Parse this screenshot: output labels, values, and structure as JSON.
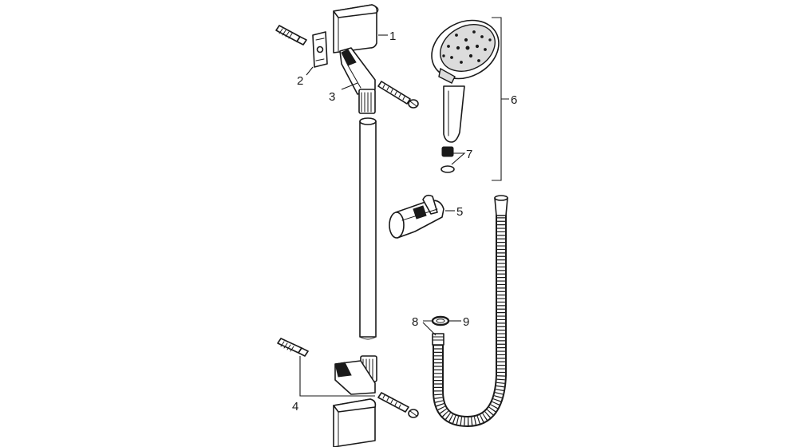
{
  "callouts": [
    {
      "id": "1",
      "text": "1",
      "part": "upper-wall-bracket-cap"
    },
    {
      "id": "2",
      "text": "2",
      "part": "upper-wall-plate-and-dowel"
    },
    {
      "id": "3",
      "text": "3",
      "part": "upper-rail-holder"
    },
    {
      "id": "4",
      "text": "4",
      "part": "lower-rail-holder-set"
    },
    {
      "id": "5",
      "text": "5",
      "part": "rail-slider"
    },
    {
      "id": "6",
      "text": "6",
      "part": "hand-shower"
    },
    {
      "id": "7",
      "text": "7",
      "part": "hand-shower-flow-limiter-and-seal"
    },
    {
      "id": "8",
      "text": "8",
      "part": "hose-nut-seal"
    },
    {
      "id": "9",
      "text": "9",
      "part": "hose-washer"
    }
  ]
}
